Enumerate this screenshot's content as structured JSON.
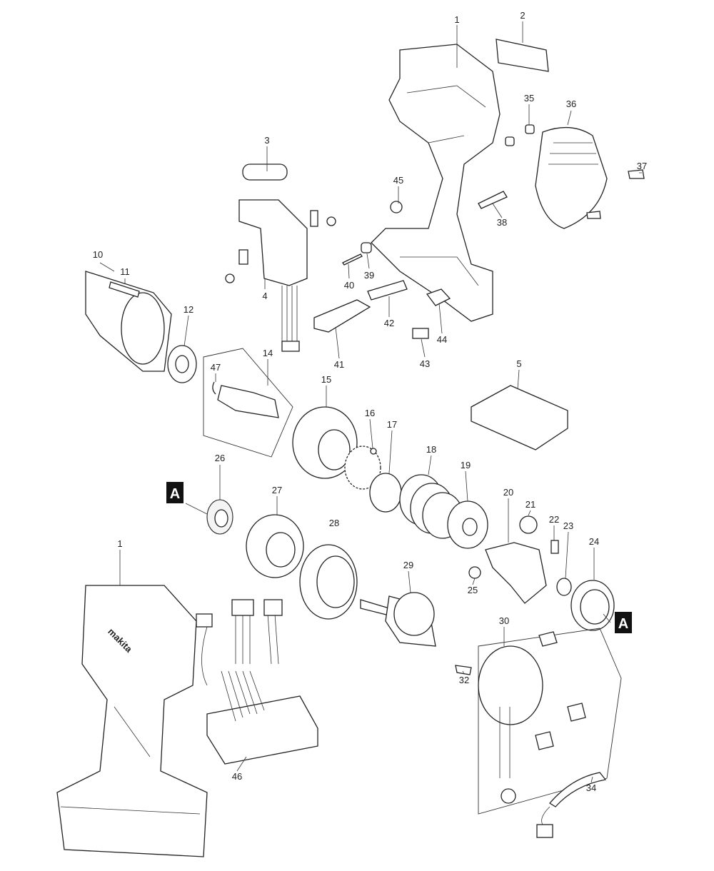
{
  "diagram": {
    "labels": [
      "1",
      "2",
      "3",
      "35",
      "36",
      "37",
      "45",
      "38",
      "10",
      "11",
      "39",
      "40",
      "4",
      "42",
      "44",
      "12",
      "14",
      "41",
      "43",
      "5",
      "47",
      "15",
      "16",
      "17",
      "18",
      "19",
      "26",
      "27",
      "20",
      "21",
      "28",
      "22",
      "23",
      "24",
      "25",
      "29",
      "1",
      "30",
      "32",
      "46",
      "34"
    ],
    "reference_marks": [
      "A",
      "A"
    ],
    "logo_text": "makita"
  }
}
